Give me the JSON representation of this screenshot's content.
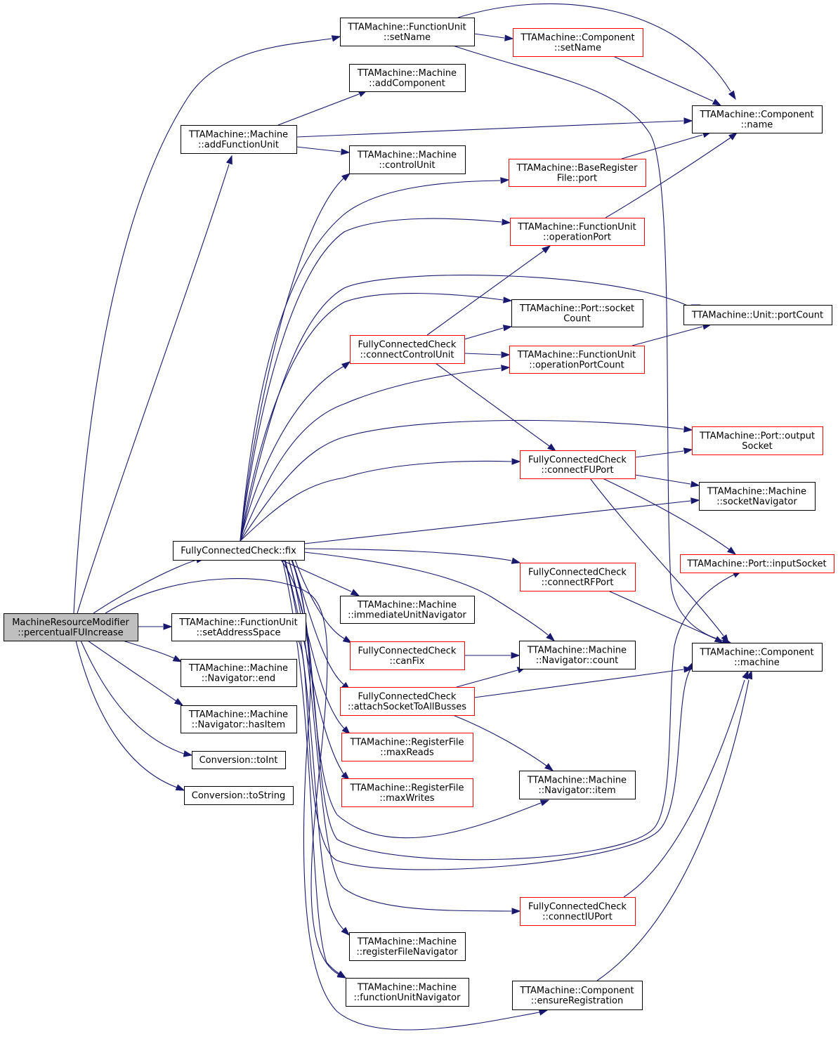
{
  "colors": {
    "edge": "#191970",
    "border_plain": "#000000",
    "border_truncated": "#ff0000",
    "root_fill": "#bfbfbf",
    "node_fill": "#ffffff"
  },
  "nodes": [
    {
      "id": "root",
      "lines": [
        "MachineResourceModifier",
        "::percentualFUIncrease"
      ],
      "style": "root"
    },
    {
      "id": "fu_setName",
      "lines": [
        "TTAMachine::FunctionUnit",
        "::setName"
      ],
      "style": "plain"
    },
    {
      "id": "comp_setName",
      "lines": [
        "TTAMachine::Component",
        "::setName"
      ],
      "style": "truncated"
    },
    {
      "id": "m_addComponent",
      "lines": [
        "TTAMachine::Machine",
        "::addComponent"
      ],
      "style": "plain"
    },
    {
      "id": "comp_name",
      "lines": [
        "TTAMachine::Component",
        "::name"
      ],
      "style": "plain"
    },
    {
      "id": "m_addFU",
      "lines": [
        "TTAMachine::Machine",
        "::addFunctionUnit"
      ],
      "style": "plain"
    },
    {
      "id": "m_controlUnit",
      "lines": [
        "TTAMachine::Machine",
        "::controlUnit"
      ],
      "style": "plain"
    },
    {
      "id": "brf_port",
      "lines": [
        "TTAMachine::BaseRegister",
        "File::port"
      ],
      "style": "truncated"
    },
    {
      "id": "fu_opPort",
      "lines": [
        "TTAMachine::FunctionUnit",
        "::operationPort"
      ],
      "style": "truncated"
    },
    {
      "id": "port_socketCount",
      "lines": [
        "TTAMachine::Port::socket",
        "Count"
      ],
      "style": "plain"
    },
    {
      "id": "unit_portCount",
      "lines": [
        "TTAMachine::Unit::portCount"
      ],
      "style": "plain"
    },
    {
      "id": "fcc_connectCU",
      "lines": [
        "FullyConnectedCheck",
        "::connectControlUnit"
      ],
      "style": "truncated"
    },
    {
      "id": "fu_opPortCount",
      "lines": [
        "TTAMachine::FunctionUnit",
        "::operationPortCount"
      ],
      "style": "truncated"
    },
    {
      "id": "port_outputSocket",
      "lines": [
        "TTAMachine::Port::output",
        "Socket"
      ],
      "style": "truncated"
    },
    {
      "id": "fcc_connectFU",
      "lines": [
        "FullyConnectedCheck",
        "::connectFUPort"
      ],
      "style": "truncated"
    },
    {
      "id": "m_socketNav",
      "lines": [
        "TTAMachine::Machine",
        "::socketNavigator"
      ],
      "style": "plain"
    },
    {
      "id": "fcc_fix",
      "lines": [
        "FullyConnectedCheck::fix"
      ],
      "style": "plain"
    },
    {
      "id": "port_inputSocket",
      "lines": [
        "TTAMachine::Port::inputSocket"
      ],
      "style": "truncated"
    },
    {
      "id": "fcc_connectRF",
      "lines": [
        "FullyConnectedCheck",
        "::connectRFPort"
      ],
      "style": "truncated"
    },
    {
      "id": "m_immNav",
      "lines": [
        "TTAMachine::Machine",
        "::immediateUnitNavigator"
      ],
      "style": "plain"
    },
    {
      "id": "fu_setAddr",
      "lines": [
        "TTAMachine::FunctionUnit",
        "::setAddressSpace"
      ],
      "style": "plain"
    },
    {
      "id": "fcc_canFix",
      "lines": [
        "FullyConnectedCheck",
        "::canFix"
      ],
      "style": "truncated"
    },
    {
      "id": "nav_count",
      "lines": [
        "TTAMachine::Machine",
        "::Navigator::count"
      ],
      "style": "plain"
    },
    {
      "id": "comp_machine",
      "lines": [
        "TTAMachine::Component",
        "::machine"
      ],
      "style": "plain"
    },
    {
      "id": "nav_end",
      "lines": [
        "TTAMachine::Machine",
        "::Navigator::end"
      ],
      "style": "plain"
    },
    {
      "id": "fcc_attach",
      "lines": [
        "FullyConnectedCheck",
        "::attachSocketToAllBusses"
      ],
      "style": "truncated"
    },
    {
      "id": "nav_hasItem",
      "lines": [
        "TTAMachine::Machine",
        "::Navigator::hasItem"
      ],
      "style": "plain"
    },
    {
      "id": "rf_maxReads",
      "lines": [
        "TTAMachine::RegisterFile",
        "::maxReads"
      ],
      "style": "truncated"
    },
    {
      "id": "conv_toInt",
      "lines": [
        "Conversion::toInt"
      ],
      "style": "plain"
    },
    {
      "id": "nav_item",
      "lines": [
        "TTAMachine::Machine",
        "::Navigator::item"
      ],
      "style": "plain"
    },
    {
      "id": "rf_maxWrites",
      "lines": [
        "TTAMachine::RegisterFile",
        "::maxWrites"
      ],
      "style": "truncated"
    },
    {
      "id": "conv_toString",
      "lines": [
        "Conversion::toString"
      ],
      "style": "plain"
    },
    {
      "id": "fcc_connectIU",
      "lines": [
        "FullyConnectedCheck",
        "::connectIUPort"
      ],
      "style": "truncated"
    },
    {
      "id": "m_rfNav",
      "lines": [
        "TTAMachine::Machine",
        "::registerFileNavigator"
      ],
      "style": "plain"
    },
    {
      "id": "m_fuNav",
      "lines": [
        "TTAMachine::Machine",
        "::functionUnitNavigator"
      ],
      "style": "plain"
    },
    {
      "id": "comp_ensureReg",
      "lines": [
        "TTAMachine::Component",
        "::ensureRegistration"
      ],
      "style": "plain"
    }
  ],
  "edges": [
    {
      "from": "root",
      "to": "fu_setName"
    },
    {
      "from": "root",
      "to": "m_addFU"
    },
    {
      "from": "root",
      "to": "fcc_fix"
    },
    {
      "from": "root",
      "to": "fu_setAddr"
    },
    {
      "from": "root",
      "to": "nav_end"
    },
    {
      "from": "root",
      "to": "nav_hasItem"
    },
    {
      "from": "root",
      "to": "conv_toInt"
    },
    {
      "from": "root",
      "to": "conv_toString"
    },
    {
      "from": "root",
      "to": "m_fuNav"
    },
    {
      "from": "fu_setName",
      "to": "comp_setName"
    },
    {
      "from": "fu_setName",
      "to": "comp_name"
    },
    {
      "from": "fu_setName",
      "to": "comp_machine"
    },
    {
      "from": "comp_setName",
      "to": "comp_name"
    },
    {
      "from": "m_addFU",
      "to": "m_addComponent"
    },
    {
      "from": "m_addFU",
      "to": "comp_name"
    },
    {
      "from": "m_addFU",
      "to": "m_controlUnit"
    },
    {
      "from": "brf_port",
      "to": "comp_name"
    },
    {
      "from": "fu_opPort",
      "to": "comp_name"
    },
    {
      "from": "fu_opPortCount",
      "to": "unit_portCount"
    },
    {
      "from": "fcc_connectCU",
      "to": "fu_opPort"
    },
    {
      "from": "fcc_connectCU",
      "to": "port_socketCount"
    },
    {
      "from": "fcc_connectCU",
      "to": "fu_opPortCount"
    },
    {
      "from": "fcc_connectCU",
      "to": "fcc_connectFU"
    },
    {
      "from": "fcc_connectFU",
      "to": "port_outputSocket"
    },
    {
      "from": "fcc_connectFU",
      "to": "m_socketNav"
    },
    {
      "from": "fcc_connectFU",
      "to": "port_inputSocket"
    },
    {
      "from": "fcc_connectFU",
      "to": "comp_machine"
    },
    {
      "from": "fcc_fix",
      "to": "m_controlUnit"
    },
    {
      "from": "fcc_fix",
      "to": "brf_port"
    },
    {
      "from": "fcc_fix",
      "to": "fu_opPort"
    },
    {
      "from": "fcc_fix",
      "to": "unit_portCount"
    },
    {
      "from": "fcc_fix",
      "to": "port_socketCount"
    },
    {
      "from": "fcc_fix",
      "to": "fcc_connectCU"
    },
    {
      "from": "fcc_fix",
      "to": "fu_opPortCount"
    },
    {
      "from": "fcc_fix",
      "to": "port_outputSocket"
    },
    {
      "from": "fcc_fix",
      "to": "fcc_connectFU"
    },
    {
      "from": "fcc_fix",
      "to": "m_socketNav"
    },
    {
      "from": "fcc_fix",
      "to": "fcc_connectRF"
    },
    {
      "from": "fcc_fix",
      "to": "m_immNav"
    },
    {
      "from": "fcc_fix",
      "to": "nav_count"
    },
    {
      "from": "fcc_fix",
      "to": "fcc_canFix"
    },
    {
      "from": "fcc_fix",
      "to": "fcc_attach"
    },
    {
      "from": "fcc_fix",
      "to": "rf_maxReads"
    },
    {
      "from": "fcc_fix",
      "to": "rf_maxWrites"
    },
    {
      "from": "fcc_fix",
      "to": "nav_item"
    },
    {
      "from": "fcc_fix",
      "to": "port_inputSocket"
    },
    {
      "from": "fcc_fix",
      "to": "fcc_connectIU"
    },
    {
      "from": "fcc_fix",
      "to": "m_rfNav"
    },
    {
      "from": "fcc_fix",
      "to": "m_fuNav"
    },
    {
      "from": "fcc_fix",
      "to": "comp_ensureReg"
    },
    {
      "from": "fcc_connectRF",
      "to": "comp_machine"
    },
    {
      "from": "fcc_canFix",
      "to": "nav_count"
    },
    {
      "from": "fcc_attach",
      "to": "nav_count"
    },
    {
      "from": "fcc_attach",
      "to": "comp_machine"
    },
    {
      "from": "fcc_attach",
      "to": "nav_item"
    },
    {
      "from": "fu_setAddr",
      "to": "comp_machine"
    },
    {
      "from": "fcc_connectIU",
      "to": "comp_machine"
    },
    {
      "from": "comp_ensureReg",
      "to": "comp_machine"
    }
  ]
}
